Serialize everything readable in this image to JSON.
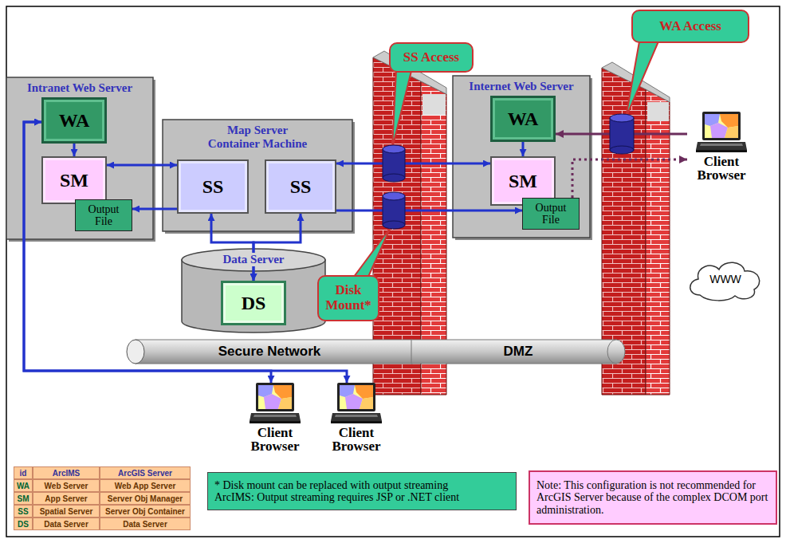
{
  "diagram": {
    "nodes": [
      {
        "text": [
          "Intranet Web Server"
        ]
      },
      {
        "text": [
          "WA"
        ],
        "in": 0
      },
      {
        "text": [
          "SM"
        ],
        "in": 0
      },
      {
        "text": [
          "Output File"
        ],
        "in": 0
      },
      {
        "text": [
          "Map Server Container Machine"
        ]
      },
      {
        "text": [
          "SS"
        ],
        "in": 4
      },
      {
        "text": [
          "SS"
        ],
        "in": 4
      },
      {
        "text": [
          "Data Server"
        ]
      },
      {
        "text": [
          "DS"
        ],
        "in": 7
      },
      {
        "text": [
          "SS Access"
        ]
      },
      {
        "text": [
          "Disk Mount*"
        ]
      },
      {
        "text": [
          "Internet Web Server"
        ]
      },
      {
        "text": [
          "WA"
        ],
        "in": 11
      },
      {
        "text": [
          "SM"
        ],
        "in": 11
      },
      {
        "text": [
          "Output File"
        ],
        "in": 11
      },
      {
        "text": [
          "WA Access"
        ]
      },
      {
        "text": [
          "Client Browser"
        ]
      },
      {
        "text": [
          "WWW"
        ]
      },
      {
        "text": [
          "Secure Network"
        ]
      },
      {
        "text": [
          "DMZ"
        ]
      },
      {
        "text": [
          "Client Browser"
        ]
      },
      {
        "text": [
          "Client Browser"
        ]
      },
      {
        "text": [
          "* Disk mount can be replaced with output streaming",
          "ArcIMS: Output streaming requires JSP or .NET client"
        ]
      },
      {
        "text": [
          "Note: This configuration is not recommended for ArcGIS Server because of the complex DCOM port administration."
        ]
      }
    ],
    "edges": [
      {
        "from": 1,
        "to": 2,
        "arrow": "to"
      },
      {
        "from": 2,
        "to": 5,
        "arrow": "both"
      },
      {
        "from": 5,
        "to": 3,
        "arrow": "to"
      },
      {
        "from": 8,
        "to": 5,
        "arrow": "both"
      },
      {
        "from": 8,
        "to": 6,
        "arrow": "both"
      },
      {
        "from": 6,
        "to": 13,
        "arrow": "both"
      },
      {
        "from": 6,
        "to": 14,
        "arrow": "to"
      },
      {
        "from": 12,
        "to": 13,
        "arrow": "to"
      },
      {
        "from": 16,
        "to": 12,
        "arrow": "to"
      },
      {
        "from": 14,
        "to": 16,
        "arrow": "to"
      },
      {
        "from": 20,
        "to": 1,
        "arrow": "both"
      },
      {
        "from": 21,
        "to": 1,
        "arrow": "both"
      }
    ],
    "labels": [
      "id",
      "ArcIMS",
      "ArcGIS Server",
      "WA",
      "Web Server",
      "Web App Server",
      "SM",
      "App Server",
      "Server Obj Manager",
      "SS",
      "Spatial Server",
      "Server Obj Container",
      "DS",
      "Data Server",
      "Data Server"
    ]
  }
}
